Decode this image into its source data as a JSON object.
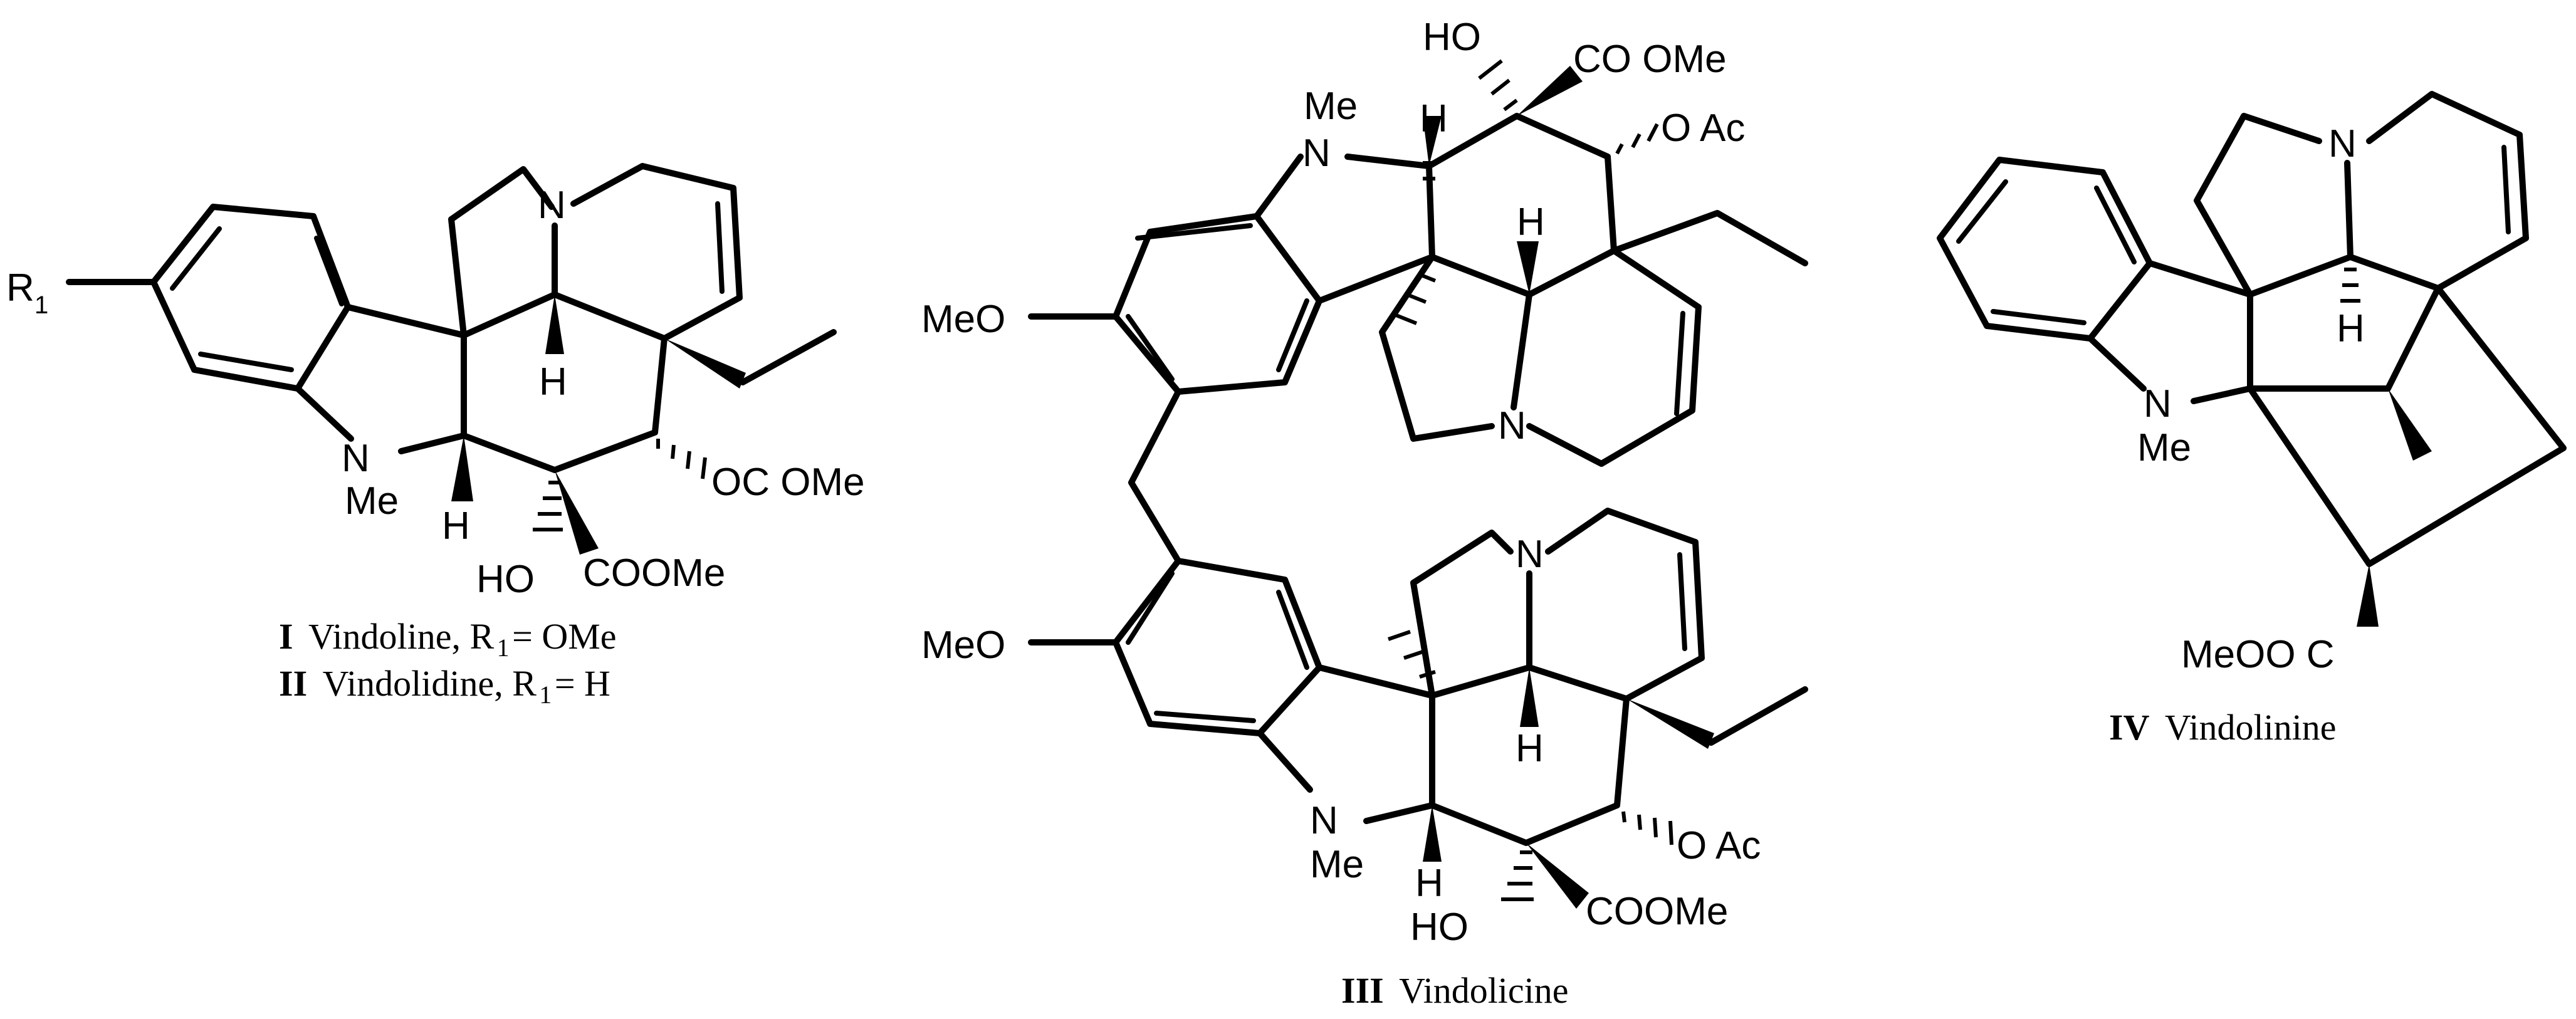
{
  "structures": {
    "vindoline": {
      "labels": {
        "r1": "R",
        "r1_sub": "1",
        "n_top": "N",
        "n_indoline": "N",
        "me": "Me",
        "h_bridge": "H",
        "h_c2": "H",
        "ococome": "OC OMe",
        "ho": "HO",
        "cooome": "COOMe"
      },
      "caption": {
        "numeral_1": "I",
        "name_1": "Vindoline, R",
        "sub_1": "1",
        "tail_1": "= OMe",
        "numeral_2": "II",
        "name_2": "Vindolidine, R",
        "sub_2": "1",
        "tail_2": "= H"
      }
    },
    "vindolicine": {
      "labels": {
        "ho_top": "HO",
        "cooome_top": "CO OMe",
        "me_top": "Me",
        "n_top_indoline": "N",
        "h_top_c2": "H",
        "oac_top": "O Ac",
        "h_top_bridge": "H",
        "meo_top": "MeO",
        "n_top_amine": "N",
        "meo_bottom": "MeO",
        "n_bottom_amine": "N",
        "h_bottom_bridge": "H",
        "n_bottom_indoline": "N",
        "me_bottom": "Me",
        "h_bottom_c2": "H",
        "oac_bottom": "O Ac",
        "ho_bottom": "HO",
        "cooome_bottom": "COOMe"
      },
      "caption": {
        "numeral": "III",
        "name": "Vindolicine"
      }
    },
    "vindolinine": {
      "labels": {
        "n_top": "N",
        "h": "H",
        "n_indoline": "N",
        "me": "Me",
        "meooc": "MeOO C"
      },
      "caption": {
        "numeral": "IV",
        "name": "Vindolinine"
      }
    }
  }
}
